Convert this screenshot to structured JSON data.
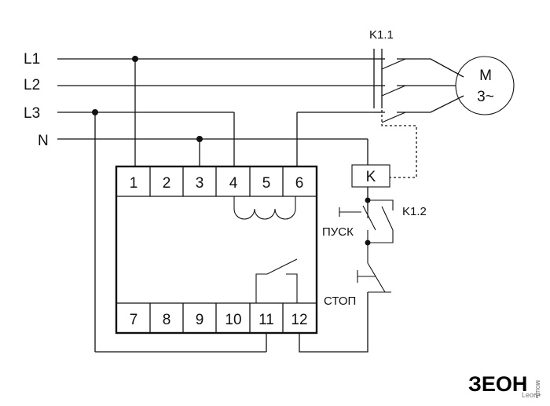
{
  "lines": {
    "l1": "L1",
    "l2": "L2",
    "l3": "L3",
    "n": "N"
  },
  "relay": {
    "top_terminals": [
      "1",
      "2",
      "3",
      "4",
      "5",
      "6"
    ],
    "bottom_terminals": [
      "7",
      "8",
      "9",
      "10",
      "11",
      "12"
    ]
  },
  "contactor": {
    "main_contacts_label": "K1.1",
    "coil_label": "K",
    "aux_contact_label": "K1.2"
  },
  "motor": {
    "label_top": "M",
    "label_bottom": "3~"
  },
  "buttons": {
    "start": "ПУСК",
    "stop": "СТОП"
  },
  "watermark": {
    "logo": "ЗЕОН",
    "side": "мощь",
    "sub": "Leon+"
  }
}
